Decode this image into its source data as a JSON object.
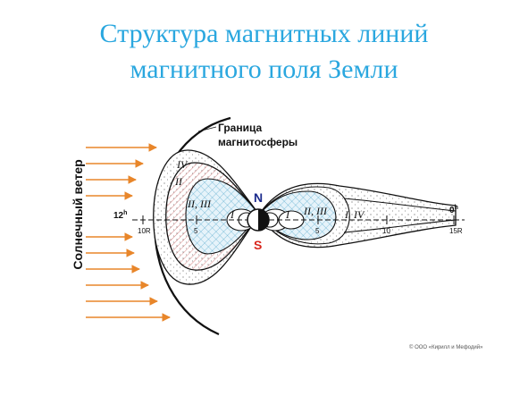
{
  "title": {
    "line1": "Структура магнитных линий",
    "line2": "магнитного поля Земли"
  },
  "labels": {
    "solar_wind": "Солнечный ветер",
    "boundary_line1": "Граница",
    "boundary_line2": "магнитосферы",
    "north": "N",
    "south": "S",
    "noon": "12",
    "noon_sup": "h",
    "midnight": "0",
    "midnight_sup": "h"
  },
  "regions": {
    "day_outer": "IV",
    "day_mid": "II",
    "day_inner": "II, III",
    "day_near": "I",
    "night_near": "I",
    "night_inner": "II, III",
    "night_mid": "I",
    "night_outer": "IV"
  },
  "axis": {
    "left_ticks": [
      "10R",
      "5"
    ],
    "right_ticks": [
      "5",
      "10",
      "15R"
    ]
  },
  "copyright": "© ООО «Кирилл и Мефодий»",
  "colors": {
    "title": "#2aa7df",
    "arrows": "#e8862a",
    "north": "#1a2a8c",
    "south": "#d9261c",
    "hatch_day": "#d98a8a",
    "mesh_fill": "#4aa3c9"
  }
}
